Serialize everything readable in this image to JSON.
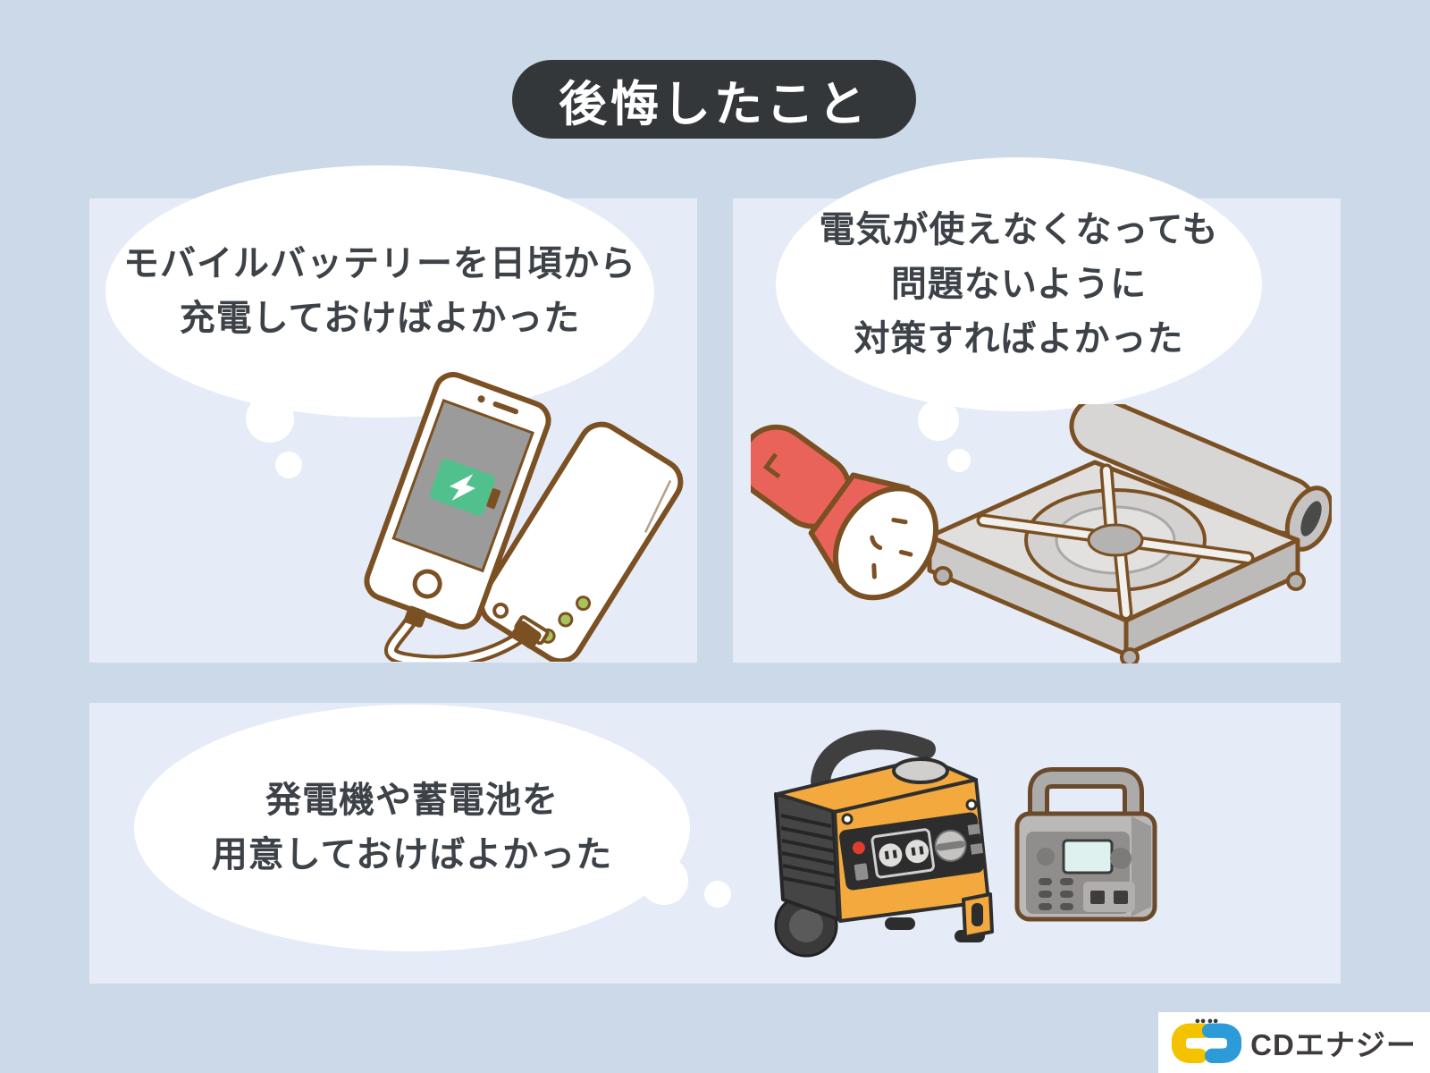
{
  "title": "後悔したこと",
  "cards": [
    {
      "id": "mobile-battery",
      "lines": [
        "モバイルバッテリーを日頃から",
        "充電しておけばよかった"
      ],
      "icons": [
        "smartphone-charging-icon",
        "mobile-battery-icon"
      ]
    },
    {
      "id": "blackout-measures",
      "lines": [
        "電気が使えなくなっても",
        "問題ないように",
        "対策すればよかった"
      ],
      "icons": [
        "flashlight-icon",
        "portable-gas-stove-icon"
      ]
    },
    {
      "id": "generator-storage",
      "lines": [
        "発電機や蓄電池を",
        "用意しておけばよかった"
      ],
      "icons": [
        "generator-icon",
        "portable-power-station-icon"
      ]
    }
  ],
  "logo": {
    "text": "CDエナジー"
  },
  "colors": {
    "background": "#ccd9e9",
    "panel": "#e6ecf7",
    "title_pill": "#33373a",
    "text": "#3d4248",
    "bubble": "#ffffff",
    "outline_brown": "#7b5023",
    "battery_green": "#52c08d",
    "flashlight_red": "#e9635a",
    "generator_orange": "#f3a93d",
    "logo_yellow": "#f4c300",
    "logo_blue": "#2d9bd7"
  }
}
